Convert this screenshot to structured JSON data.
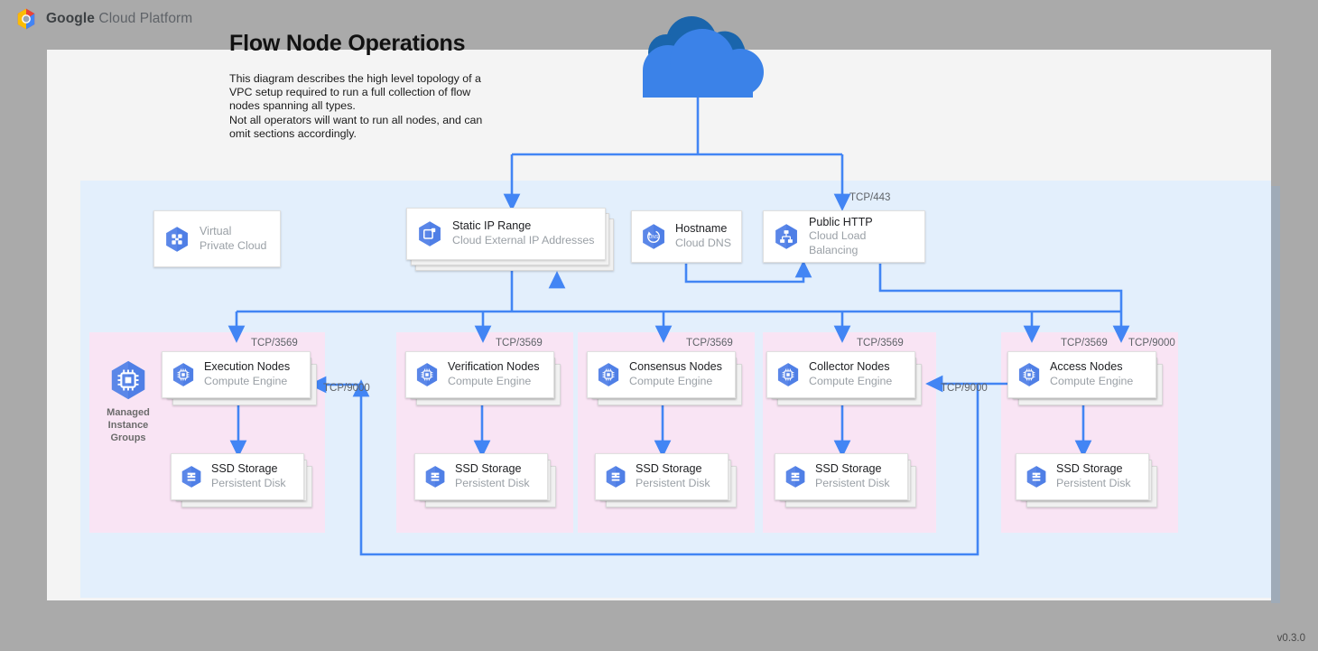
{
  "brand": {
    "logo_icon": "google-cloud-logo",
    "bold": "Google",
    "rest": " Cloud Platform"
  },
  "header": {
    "title": "Flow Node Operations",
    "description": "This diagram describes the high level topology of a VPC setup required to run a full collection of flow nodes spanning all types.\nNot all operators will want to run all nodes, and can omit sections accordingly."
  },
  "footer": {
    "version": "v0.3.0"
  },
  "colors": {
    "page_bg": "#aaaaaa",
    "canvas_bg": "#f4f4f4",
    "vpc_bg": "#e3effc",
    "mig_bg": "#f9e4f4",
    "wire": "#4285f4",
    "icon_blue": "#4285f4",
    "cloud_dark": "#1a73c7",
    "card_bg": "#ffffff",
    "label_grey": "#5f6368"
  },
  "internet": {
    "icon": "cloud-icon",
    "label": ""
  },
  "top_nodes": [
    {
      "id": "vpc",
      "icon": "virtual-private-cloud-icon",
      "title": "Virtual",
      "subtitle": "Private Cloud",
      "muted": true,
      "stacked": false
    },
    {
      "id": "static-ip",
      "icon": "cloud-external-ip-icon",
      "title": "Static IP Range",
      "subtitle": "Cloud External IP Addresses",
      "muted": false,
      "stacked": true
    },
    {
      "id": "hostname",
      "icon": "cloud-dns-icon",
      "title": "Hostname",
      "subtitle": "Cloud DNS",
      "muted": false,
      "stacked": false
    },
    {
      "id": "public-http",
      "icon": "cloud-load-balancing-icon",
      "title": "Public HTTP",
      "subtitle": "Cloud Load Balancing",
      "muted": false,
      "stacked": false
    }
  ],
  "mig_label": "Managed\nInstance\nGroups",
  "mig_icon": "compute-engine-icon",
  "groups": [
    {
      "id": "execution",
      "node": {
        "icon": "compute-engine-icon",
        "title": "Execution Nodes",
        "subtitle": "Compute Engine"
      },
      "disk": {
        "icon": "persistent-disk-icon",
        "title": "SSD Storage",
        "subtitle": "Persistent Disk"
      },
      "ingress_port": "TCP/3569"
    },
    {
      "id": "verification",
      "node": {
        "icon": "compute-engine-icon",
        "title": "Verification Nodes",
        "subtitle": "Compute Engine"
      },
      "disk": {
        "icon": "persistent-disk-icon",
        "title": "SSD Storage",
        "subtitle": "Persistent Disk"
      },
      "ingress_port": "TCP/3569"
    },
    {
      "id": "consensus",
      "node": {
        "icon": "compute-engine-icon",
        "title": "Consensus Nodes",
        "subtitle": "Compute Engine"
      },
      "disk": {
        "icon": "persistent-disk-icon",
        "title": "SSD Storage",
        "subtitle": "Persistent Disk"
      },
      "ingress_port": "TCP/3569"
    },
    {
      "id": "collector",
      "node": {
        "icon": "compute-engine-icon",
        "title": "Collector Nodes",
        "subtitle": "Compute Engine"
      },
      "disk": {
        "icon": "persistent-disk-icon",
        "title": "SSD Storage",
        "subtitle": "Persistent Disk"
      },
      "ingress_port": "TCP/3569"
    },
    {
      "id": "access",
      "node": {
        "icon": "compute-engine-icon",
        "title": "Access Nodes",
        "subtitle": "Compute Engine"
      },
      "disk": {
        "icon": "persistent-disk-icon",
        "title": "SSD Storage",
        "subtitle": "Persistent Disk"
      },
      "ingress_port": "TCP/3569"
    }
  ],
  "edge_labels": {
    "lb_ingress": "TCP/443",
    "access_extra": "TCP/9000",
    "access_to_collector": "TCP/9000",
    "access_to_execution": "TCP/9000"
  }
}
